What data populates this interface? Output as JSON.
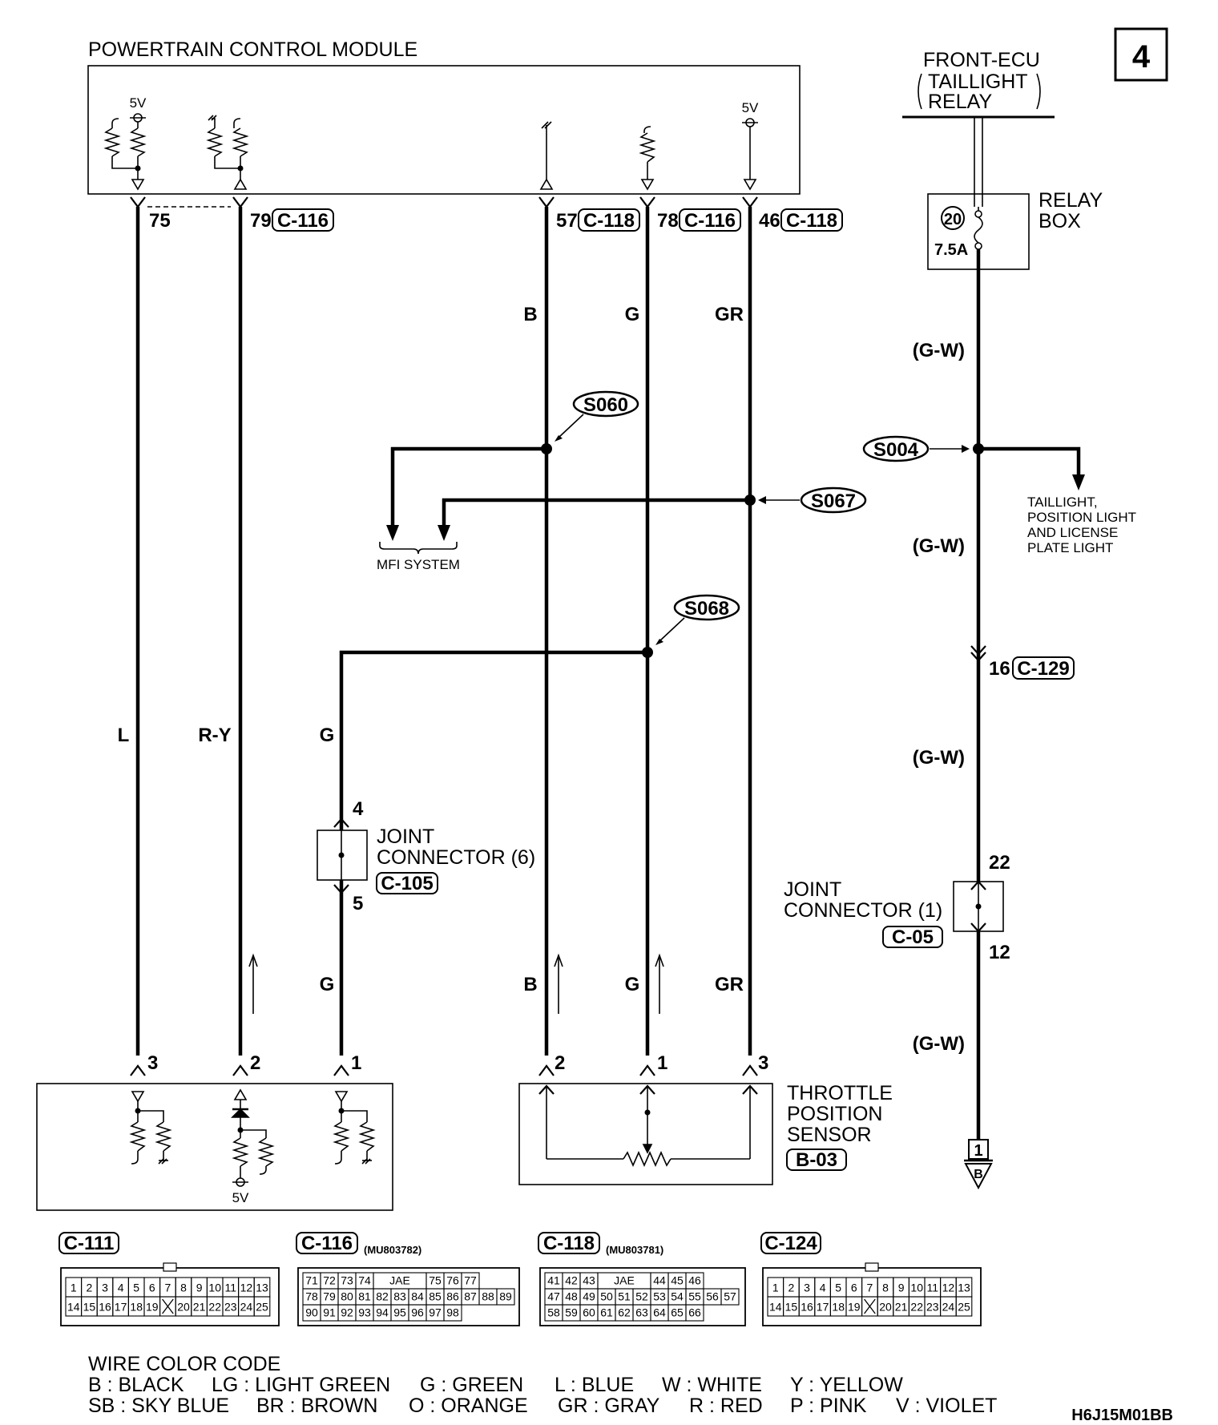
{
  "page_number": "4",
  "pcm_title": "POWERTRAIN CONTROL MODULE",
  "front_ecu": {
    "line1": "FRONT-ECU",
    "line2": "TAILLIGHT",
    "line3": "RELAY"
  },
  "relay_box": {
    "line1": "RELAY",
    "line2": "BOX",
    "fuse_number": "20",
    "fuse_rating": "7.5A"
  },
  "voltage_label": "5V",
  "pcm_pins": [
    {
      "pin": "75",
      "connector": ""
    },
    {
      "pin": "79",
      "connector": "C-116"
    },
    {
      "pin": "57",
      "connector": "C-118"
    },
    {
      "pin": "78",
      "connector": "C-116"
    },
    {
      "pin": "46",
      "connector": "C-118"
    }
  ],
  "wire_colors": {
    "w75": "L",
    "w79": "R-Y",
    "g_branch": "G",
    "w57": "B",
    "w78": "G",
    "w46": "GR",
    "relay_wire": "(G-W)"
  },
  "splices": {
    "s060": "S060",
    "s067": "S067",
    "s068": "S068",
    "s004": "S004"
  },
  "mfi_system": "MFI SYSTEM",
  "taillight_note": [
    "TAILLIGHT,",
    "POSITION LIGHT",
    "AND LICENSE",
    "PLATE LIGHT"
  ],
  "c129": {
    "pin": "16",
    "connector": "C-129"
  },
  "joint_connector_6": {
    "line1": "JOINT",
    "line2": "CONNECTOR (6)",
    "connector": "C-105",
    "pin_top": "4",
    "pin_bottom": "5"
  },
  "joint_connector_1": {
    "line1": "JOINT",
    "line2": "CONNECTOR (1)",
    "connector": "C-05",
    "pin_top": "22",
    "pin_bottom": "12"
  },
  "ground": {
    "pin": "1",
    "label": "B"
  },
  "left_component_pins": [
    "3",
    "2",
    "1"
  ],
  "tps": {
    "line1": "THROTTLE",
    "line2": "POSITION",
    "line3": "SENSOR",
    "connector": "B-03",
    "pins": [
      "2",
      "1",
      "3"
    ]
  },
  "connector_views": [
    {
      "id": "C-111",
      "part": "",
      "rows": [
        [
          "1",
          "2",
          "3",
          "4",
          "5",
          "6",
          "7",
          "8",
          "9",
          "10",
          "11",
          "12",
          "13"
        ],
        [
          "14",
          "15",
          "16",
          "17",
          "18",
          "19",
          "X",
          "20",
          "21",
          "22",
          "23",
          "24",
          "25"
        ]
      ]
    },
    {
      "id": "C-116",
      "part": "(MU803782)",
      "rows": [
        [
          "71",
          "72",
          "73",
          "74",
          "JAE",
          "75",
          "76",
          "77"
        ],
        [
          "78",
          "79",
          "80",
          "81",
          "82",
          "83",
          "84",
          "85",
          "86",
          "87",
          "88",
          "89"
        ],
        [
          "90",
          "91",
          "92",
          "93",
          "94",
          "95",
          "96",
          "97",
          "98"
        ]
      ]
    },
    {
      "id": "C-118",
      "part": "(MU803781)",
      "rows": [
        [
          "41",
          "42",
          "43",
          "JAE",
          "44",
          "45",
          "46"
        ],
        [
          "47",
          "48",
          "49",
          "50",
          "51",
          "52",
          "53",
          "54",
          "55",
          "56",
          "57"
        ],
        [
          "58",
          "59",
          "60",
          "61",
          "62",
          "63",
          "64",
          "65",
          "66"
        ]
      ]
    },
    {
      "id": "C-124",
      "part": "",
      "rows": [
        [
          "1",
          "2",
          "3",
          "4",
          "5",
          "6",
          "7",
          "8",
          "9",
          "10",
          "11",
          "12",
          "13"
        ],
        [
          "14",
          "15",
          "16",
          "17",
          "18",
          "19",
          "X",
          "20",
          "21",
          "22",
          "23",
          "24",
          "25"
        ]
      ]
    }
  ],
  "wire_color_code": {
    "title": "WIRE COLOR CODE",
    "row1": [
      "B : BLACK",
      "LG : LIGHT GREEN",
      "G : GREEN",
      "L : BLUE",
      "W : WHITE",
      "Y : YELLOW"
    ],
    "row2": [
      "SB : SKY BLUE",
      "BR : BROWN",
      "O : ORANGE",
      "GR : GRAY",
      "R : RED",
      "P : PINK",
      "V : VIOLET"
    ]
  },
  "figure_code": "H6J15M01BB"
}
